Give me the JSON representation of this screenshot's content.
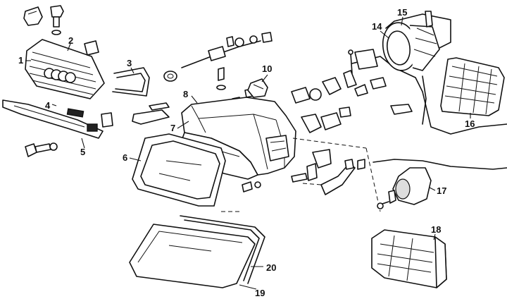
{
  "labels": {
    "n1": "1",
    "n2": "2",
    "n3": "3",
    "n4": "4",
    "n5": "5",
    "n6": "6",
    "n7": "7",
    "n8": "8",
    "n10": "10",
    "n14": "14",
    "n15": "15",
    "n16": "16",
    "n17": "17",
    "n18": "18",
    "n19": "19",
    "n20": "20"
  }
}
